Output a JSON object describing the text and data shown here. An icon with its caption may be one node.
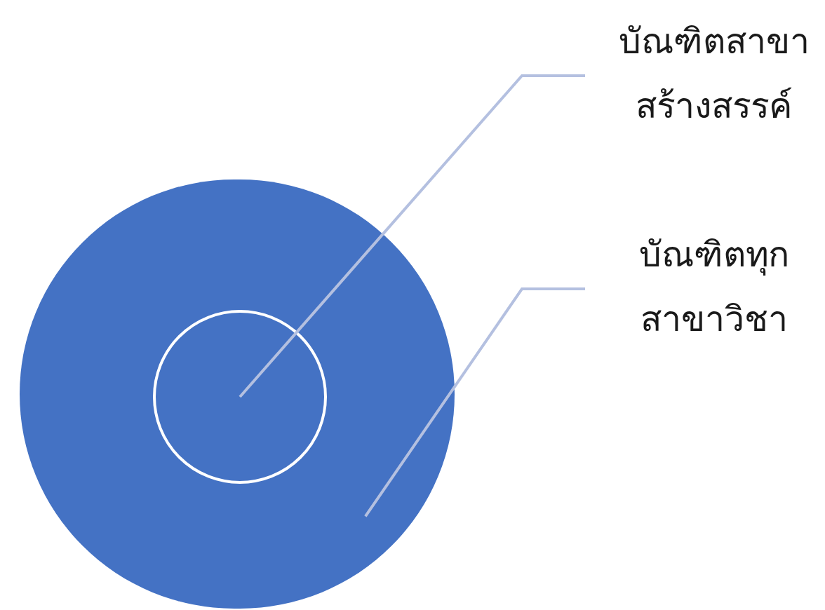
{
  "diagram": {
    "nodes": [
      {
        "text": [],
        "shape": "circle"
      },
      {
        "text": [],
        "shape": "circle",
        "in": 0
      },
      {
        "text": [
          "บัณฑิตสาขาสร้างสรรค์"
        ]
      },
      {
        "text": [
          "บัณฑิตทุกสาขาวิชา"
        ]
      }
    ],
    "edges": [
      {
        "from": 2,
        "to": 1,
        "arrow": "none"
      },
      {
        "from": 3,
        "to": 0,
        "arrow": "none"
      }
    ]
  }
}
